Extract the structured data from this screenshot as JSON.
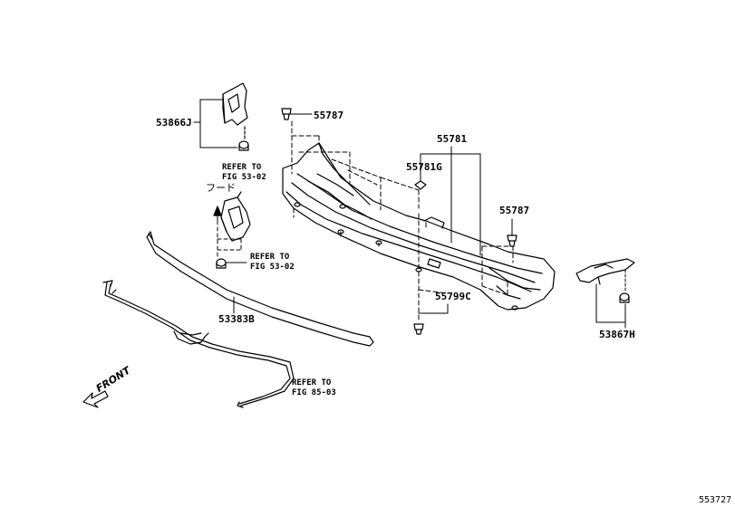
{
  "figure_id": "553727",
  "parts": {
    "p53866j": "53866J",
    "p55787_top": "55787",
    "p55781": "55781",
    "p55781g": "55781G",
    "p55787_right": "55787",
    "p55799c": "55799C",
    "p53383b": "53383B",
    "p53867h": "53867H"
  },
  "refs": {
    "ref_a": [
      "REFER TO",
      "FIG 53-02"
    ],
    "ref_b": [
      "REFER TO",
      "FIG 53-02"
    ],
    "ref_c": [
      "REFER TO",
      "FIG 85-03"
    ]
  },
  "hood_label": "フード",
  "front_label": "FRONT"
}
